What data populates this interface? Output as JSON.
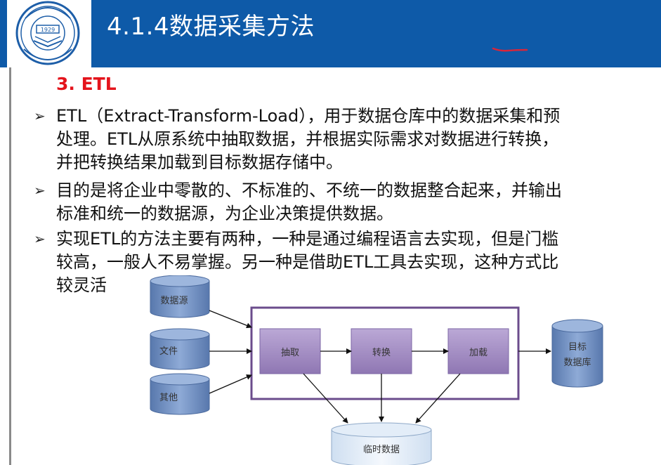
{
  "slide": {
    "title": "4.1.4数据采集方法",
    "section_heading": "3. ETL",
    "bullet_marker": "➢",
    "bullets": [
      {
        "lines": [
          "ETL（Extract-Transform-Load），用于数据仓库中的数据采集和预",
          "处理。ETL从原系统中抽取数据，并根据实际需求对数据进行转换，",
          "并把转换结果加载到目标数据存储中。"
        ]
      },
      {
        "lines": [
          "目的是将企业中零散的、不标准的、不统一的数据整合起来，并输出",
          "标准和统一的数据源，为企业决策提供数据。"
        ]
      },
      {
        "lines": [
          "实现ETL的方法主要有两种，一种是通过编程语言去实现，但是门槛",
          "较高，一般人不易掌握。另一种是借助ETL工具去实现，这种方式比",
          "较灵活"
        ]
      }
    ]
  },
  "diagram": {
    "sources": [
      "数据源",
      "文件",
      "其他"
    ],
    "steps": [
      "抽取",
      "转换",
      "加载"
    ],
    "target_line1": "目标",
    "target_line2": "数据库",
    "temp_store": "临时数据"
  },
  "colors": {
    "header_blue": "#0e5aa8",
    "heading_red": "#e4141c",
    "frame_purple": "#6b4c8c",
    "step_fill": "#a58fc4",
    "db_fill": "#6f93c6",
    "pen_red": "#d8263a"
  }
}
